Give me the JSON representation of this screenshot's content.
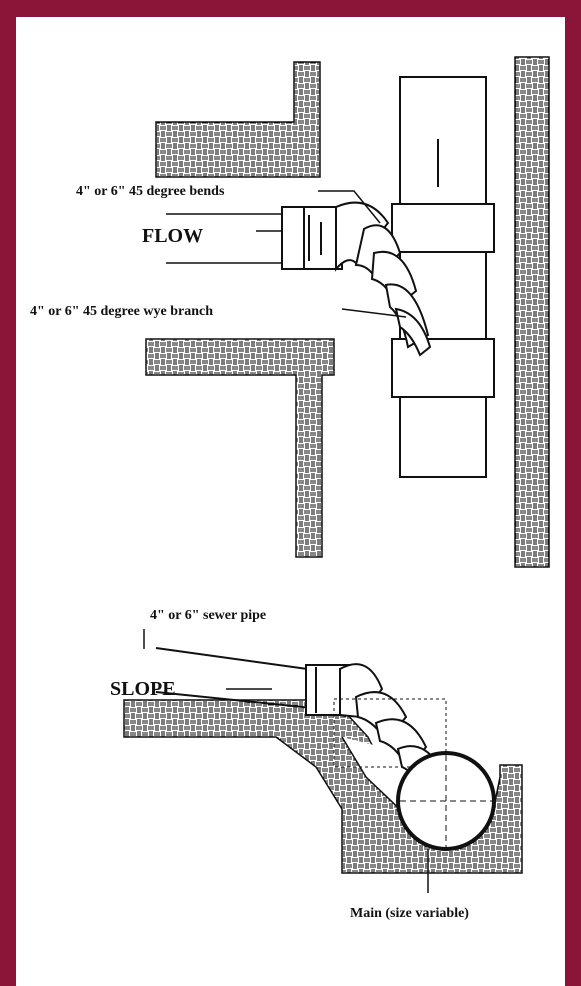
{
  "colors": {
    "border": "#8a1538",
    "background": "#ffffff",
    "ink": "#111111"
  },
  "top_diagram": {
    "label_bends": "4\" or 6\" 45 degree bends",
    "label_flow": "FLOW",
    "label_wye": "4\" or 6\" 45 degree wye branch"
  },
  "bottom_diagram": {
    "label_sewer_pipe": "4\" or 6\" sewer pipe",
    "label_slope": "SLOPE",
    "label_main": "Main (size variable)"
  }
}
